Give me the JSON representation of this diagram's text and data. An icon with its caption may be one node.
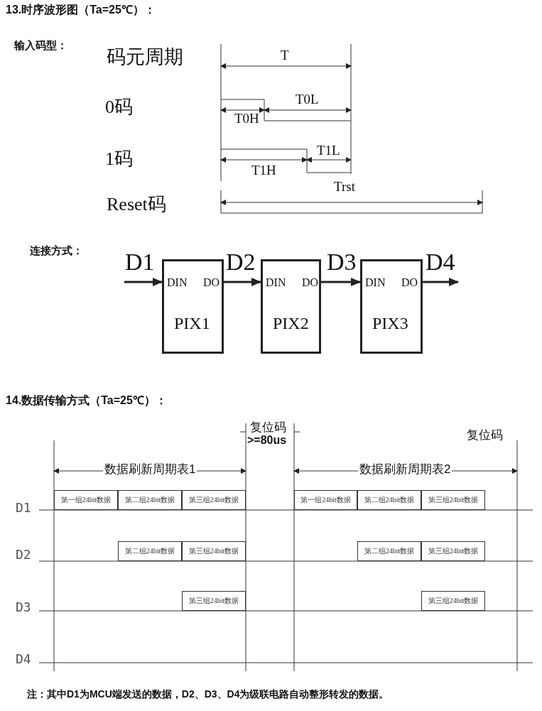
{
  "diagram": {
    "nodes": [
      {
        "text": [
          "DIN",
          "DO",
          "PIX1"
        ]
      },
      {
        "text": [
          "DIN",
          "DO",
          "PIX2"
        ]
      },
      {
        "text": [
          "DIN",
          "DO",
          "PIX3"
        ]
      },
      {
        "text": [
          "第一组24bit数据"
        ]
      },
      {
        "text": [
          "第二组24bit数据"
        ]
      },
      {
        "text": [
          "第三组24bit数据"
        ]
      },
      {
        "text": [
          "第一组24bit数据"
        ]
      },
      {
        "text": [
          "第二组24bit数据"
        ]
      },
      {
        "text": [
          "第三组24bit数据"
        ]
      },
      {
        "text": [
          "第二组24bit数据"
        ]
      },
      {
        "text": [
          "第三组24bit数据"
        ]
      },
      {
        "text": [
          "第二组24bit数据"
        ]
      },
      {
        "text": [
          "第三组24bit数据"
        ]
      },
      {
        "text": [
          "第三组24bit数据"
        ]
      },
      {
        "text": [
          "第三组24bit数据"
        ]
      }
    ],
    "edges": [
      {
        "from": null,
        "to": 0,
        "arrow": "to",
        "label": "D1"
      },
      {
        "from": 0,
        "to": 1,
        "arrow": "to",
        "label": "D2"
      },
      {
        "from": 1,
        "to": 2,
        "arrow": "to",
        "label": "D3"
      },
      {
        "from": 2,
        "to": null,
        "arrow": "to",
        "label": "D4"
      }
    ],
    "labels": [
      "**13.**时序波形图（Ta=25℃）：",
      "输入码型：",
      "码元周期",
      "T",
      "0码",
      "T0L",
      "T0H",
      "1码",
      "T1L",
      "T1H",
      "Trst",
      "Reset码",
      "连接方式：",
      "**14.**数据传输方式（Ta=25℃）：",
      "复位码",
      ">=80us",
      "复位码",
      "数据刷新周期表1",
      "数据刷新周期表2",
      "D1",
      "D2",
      "D3",
      "D4",
      "注：其中D1为MCU端发送的数据，D2、D3、D4为级联电路自动整形转发的数据。"
    ]
  }
}
